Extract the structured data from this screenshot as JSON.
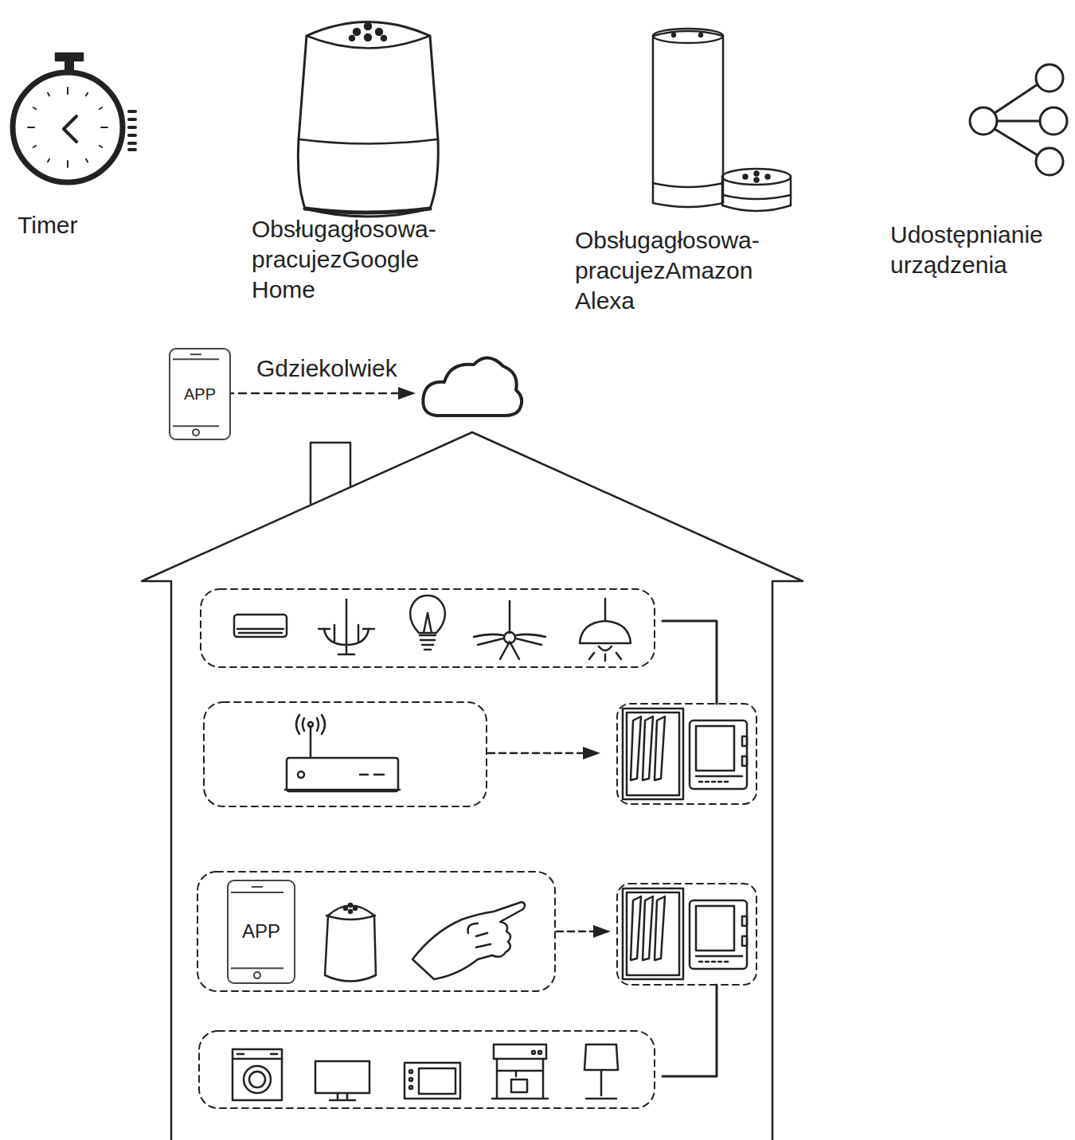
{
  "diagram": {
    "nodes": [
      {
        "text": [
          "APP"
        ]
      },
      {
        "text": [
          "APP"
        ]
      }
    ],
    "labels": [
      "Timer",
      "Obsługagłosowa- pracujezGoogle Home",
      "Obsługagłosowa- pracujezAmazon Alexa",
      "Udostępnianie urządzenia",
      "Gdziekolwiek"
    ]
  }
}
